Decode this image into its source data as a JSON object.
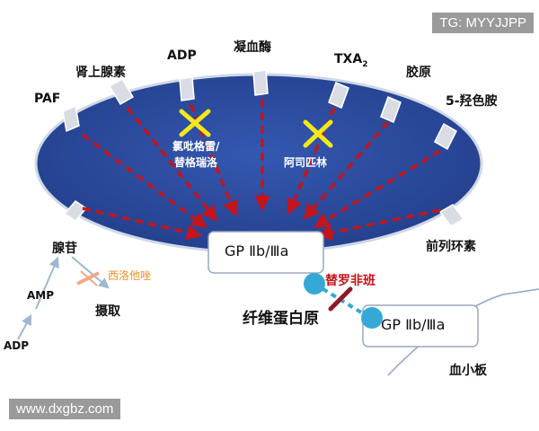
{
  "watermark_top": "TG: MYYJJPP",
  "watermark_bottom": "www.dxgbz.com",
  "agonists": {
    "paf": "PAF",
    "epinephrine": "肾上腺素",
    "adp": "ADP",
    "thrombin": "凝血酶",
    "txa2": "TXA",
    "txa2_sub": "2",
    "collagen": "胶原",
    "serotonin": "5-羟色胺",
    "adenosine": "腺苷",
    "prostacyclin": "前列环素"
  },
  "drugs": {
    "clopidogrel": "氯吡格雷/",
    "ticagrelor": "替格瑞洛",
    "aspirin": "阿司匹林",
    "cilostazol": "西洛他唑",
    "tirofiban": "替罗非班"
  },
  "receptors": {
    "gp1": "GP Ⅱb/Ⅲa",
    "gp2": "GP Ⅱb/Ⅲa"
  },
  "other": {
    "fibrinogen": "纤维蛋白原",
    "uptake": "摄取",
    "amp": "AMP",
    "adp_bottom": "ADP",
    "platelet": "血小板"
  },
  "colors": {
    "cell_fill": "#2b4a9e",
    "arrow_red": "#c4141c",
    "inhibit_x": "#f4e81a",
    "fibrinogen_ball": "#35a9d6",
    "tirofiban_red": "#c4141c",
    "watermark_bg": "#9a9a9a"
  }
}
